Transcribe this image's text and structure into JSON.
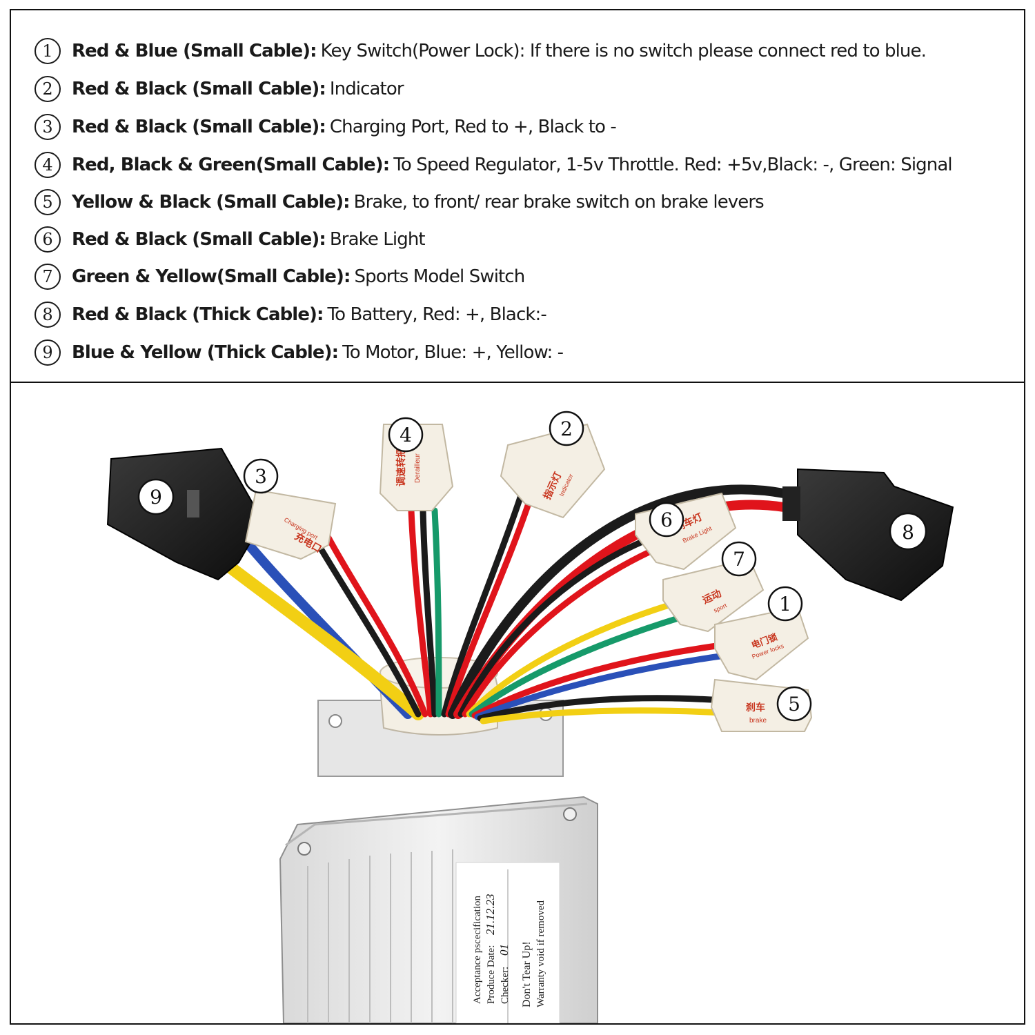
{
  "legend": {
    "items": [
      {
        "num": "1",
        "label": "Red & Blue (Small Cable):",
        "text": "Key Switch(Power Lock): If there is no switch please connect red to blue."
      },
      {
        "num": "2",
        "label": "Red & Black (Small Cable):",
        "text": "Indicator"
      },
      {
        "num": "3",
        "label": "Red & Black (Small Cable):",
        "text": "Charging Port, Red to +, Black to -"
      },
      {
        "num": "4",
        "label": "Red, Black & Green(Small Cable):",
        "text": "To Speed Regulator, 1-5v Throttle. Red: +5v,Black: -, Green: Signal"
      },
      {
        "num": "5",
        "label": "Yellow & Black (Small Cable):",
        "text": "Brake, to front/ rear brake switch on brake levers"
      },
      {
        "num": "6",
        "label": "Red & Black (Small Cable):",
        "text": "Brake Light"
      },
      {
        "num": "7",
        "label": "Green & Yellow(Small Cable):",
        "text": "Sports Model Switch"
      },
      {
        "num": "8",
        "label": "Red & Black (Thick Cable):",
        "text": "To Battery, Red: +, Black:-"
      },
      {
        "num": "9",
        "label": "Blue & Yellow (Thick Cable):",
        "text": "To Motor, Blue: +, Yellow: -"
      }
    ]
  },
  "photo": {
    "callouts": {
      "c1": "1",
      "c2": "2",
      "c3": "3",
      "c4": "4",
      "c5": "5",
      "c6": "6",
      "c7": "7",
      "c8": "8",
      "c9": "9"
    },
    "tags": {
      "t3_cn": "充电口",
      "t3_en": "Charging port",
      "t4_cn": "调速转把",
      "t4_en": "Derailleur",
      "t2_cn": "指示灯",
      "t2_en": "Indicator",
      "t6_cn": "刹车灯",
      "t6_en": "Brake Light",
      "t7_cn": "运动",
      "t7_en": "sport",
      "t1_cn": "电门锁",
      "t1_en": "Power locks",
      "t5_cn": "刹车",
      "t5_en": "brake"
    },
    "label_sheet": {
      "line1": "Acceptance pscecification",
      "line2": "Produce Date:",
      "line2_hand": "21.12.23",
      "line3": "Checker:",
      "line3_hand": "01",
      "line4": "Don't Tear Up!",
      "line5": "Warranty void if removed"
    },
    "wire_colors": {
      "red": "#e0141b",
      "black": "#1b1b1b",
      "blue": "#2a50b8",
      "yellow": "#f2cf14",
      "green": "#169a6a"
    }
  }
}
